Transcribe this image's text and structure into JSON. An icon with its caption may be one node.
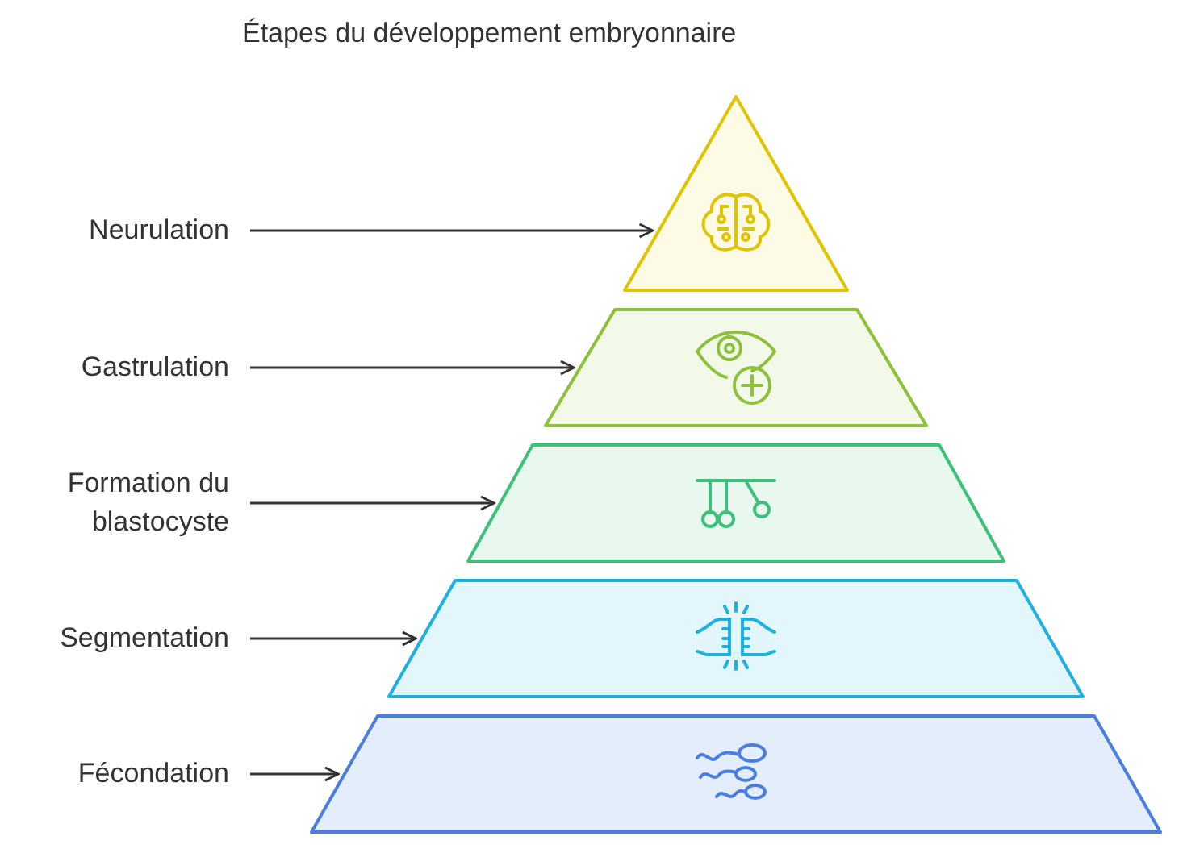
{
  "diagram": {
    "title": "Étapes du développement embryonnaire",
    "nodes": [
      {
        "text": [],
        "shape": "triangle"
      },
      {
        "text": [],
        "shape": "trapezoid"
      },
      {
        "text": [],
        "shape": "trapezoid"
      },
      {
        "text": [],
        "shape": "trapezoid"
      },
      {
        "text": [],
        "shape": "trapezoid"
      },
      {
        "text": [
          "Neurulation"
        ]
      },
      {
        "text": [
          "Gastrulation"
        ]
      },
      {
        "text": [
          "Formation du blastocyste"
        ]
      },
      {
        "text": [
          "Segmentation"
        ]
      },
      {
        "text": [
          "Fécondation"
        ]
      }
    ],
    "edges": [
      {
        "from": 5,
        "to": 0,
        "arrow": "to"
      },
      {
        "from": 6,
        "to": 1,
        "arrow": "to"
      },
      {
        "from": 7,
        "to": 2,
        "arrow": "to"
      },
      {
        "from": 8,
        "to": 3,
        "arrow": "to"
      },
      {
        "from": 9,
        "to": 4,
        "arrow": "to"
      }
    ]
  }
}
